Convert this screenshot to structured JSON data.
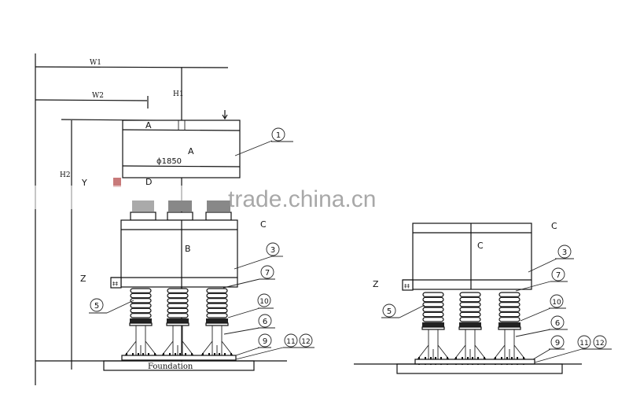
{
  "dimensions": {
    "w1": "W1",
    "w2": "W2",
    "h1": "H1",
    "h2": "H2"
  },
  "labels": {
    "a_top": "A",
    "a_mid": "A",
    "diameter": "ϕ1850",
    "y": "Y",
    "d": "D",
    "b": "B",
    "c_left": "C",
    "z_left": "Z",
    "foundation": "Foundation",
    "c_right_box": "C",
    "c_right": "C",
    "z_right": "Z"
  },
  "callouts_left": {
    "n1": "1",
    "n3": "3",
    "n7": "7",
    "n5": "5",
    "n10": "10",
    "n6": "6",
    "n9": "9",
    "n11": "11",
    "n12": "12"
  },
  "callouts_right": {
    "n3": "3",
    "n7": "7",
    "n5": "5",
    "n10": "10",
    "n6": "6",
    "n9": "9",
    "n11": "11",
    "n12": "12"
  },
  "watermark": "trade.china.cn"
}
